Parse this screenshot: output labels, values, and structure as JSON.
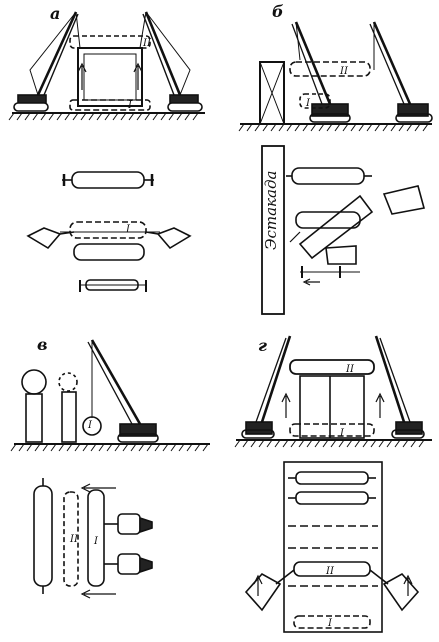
{
  "panels": {
    "a": {
      "label": "а"
    },
    "b": {
      "label": "б",
      "structure_label": "Эстакада"
    },
    "v": {
      "label": "в"
    },
    "g": {
      "label": "г"
    }
  },
  "markers": {
    "one": "I",
    "two": "II"
  },
  "colors": {
    "ink": "#111111",
    "paper": "#ffffff"
  }
}
